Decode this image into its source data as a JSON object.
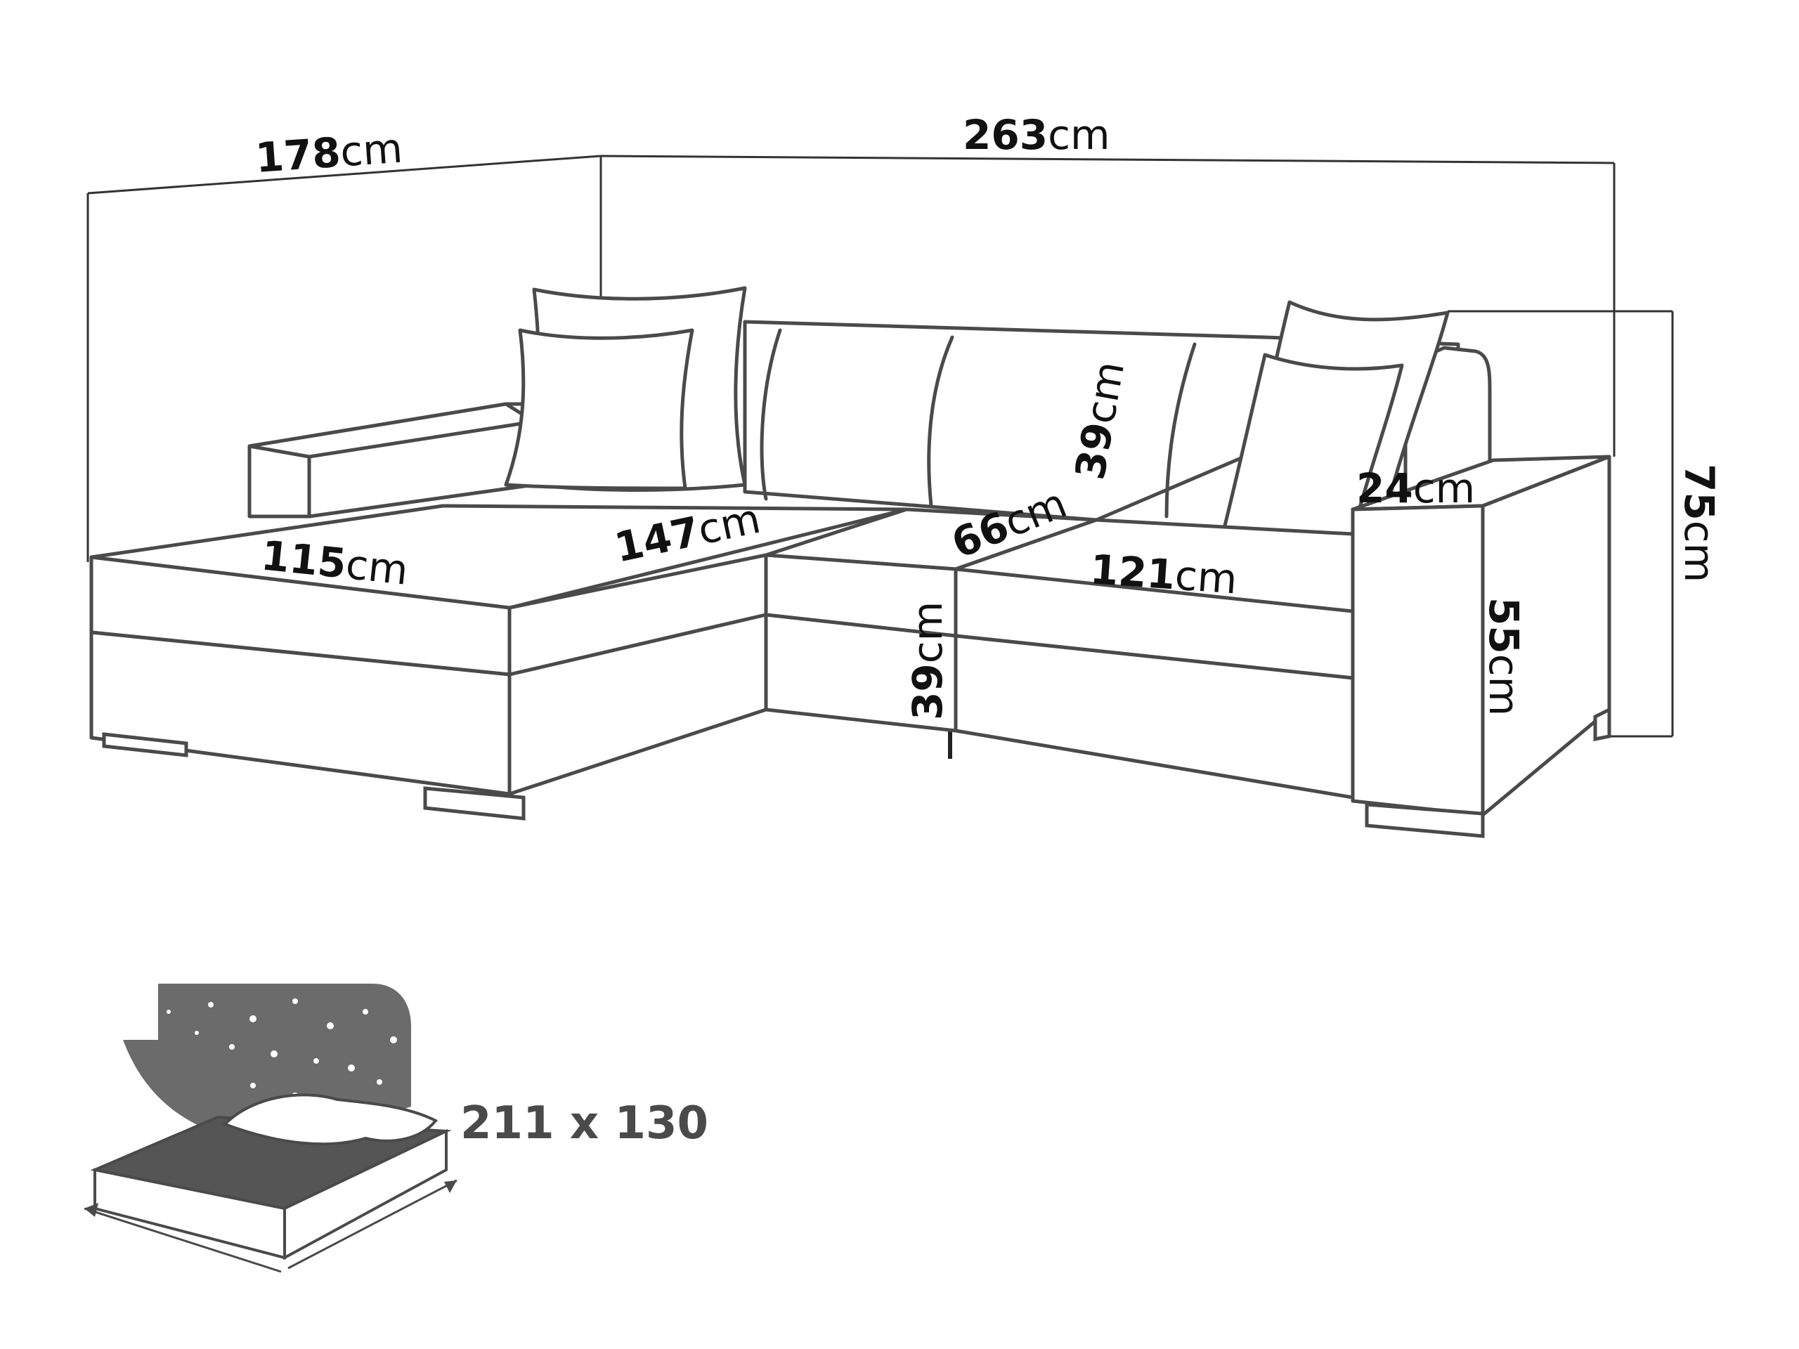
{
  "dimensions": {
    "depth_left": {
      "value": "178",
      "unit": "cm"
    },
    "width_total": {
      "value": "263",
      "unit": "cm"
    },
    "height_total": {
      "value": "75",
      "unit": "cm"
    },
    "back_height": {
      "value": "39",
      "unit": "cm"
    },
    "seat_height": {
      "value": "39",
      "unit": "cm"
    },
    "arm_width": {
      "value": "24",
      "unit": "cm"
    },
    "arm_height": {
      "value": "55",
      "unit": "cm"
    },
    "chaise_width": {
      "value": "115",
      "unit": "cm"
    },
    "chaise_length": {
      "value": "147",
      "unit": "cm"
    },
    "seat_depth": {
      "value": "66",
      "unit": "cm"
    },
    "seat_width": {
      "value": "121",
      "unit": "cm"
    }
  },
  "bed": {
    "size_label": "211 x 130",
    "icon": "sleeping-area-night-icon"
  },
  "colors": {
    "outline": "#4a4a4a",
    "text": "#111111",
    "night_sky": "#6b6b6b"
  }
}
